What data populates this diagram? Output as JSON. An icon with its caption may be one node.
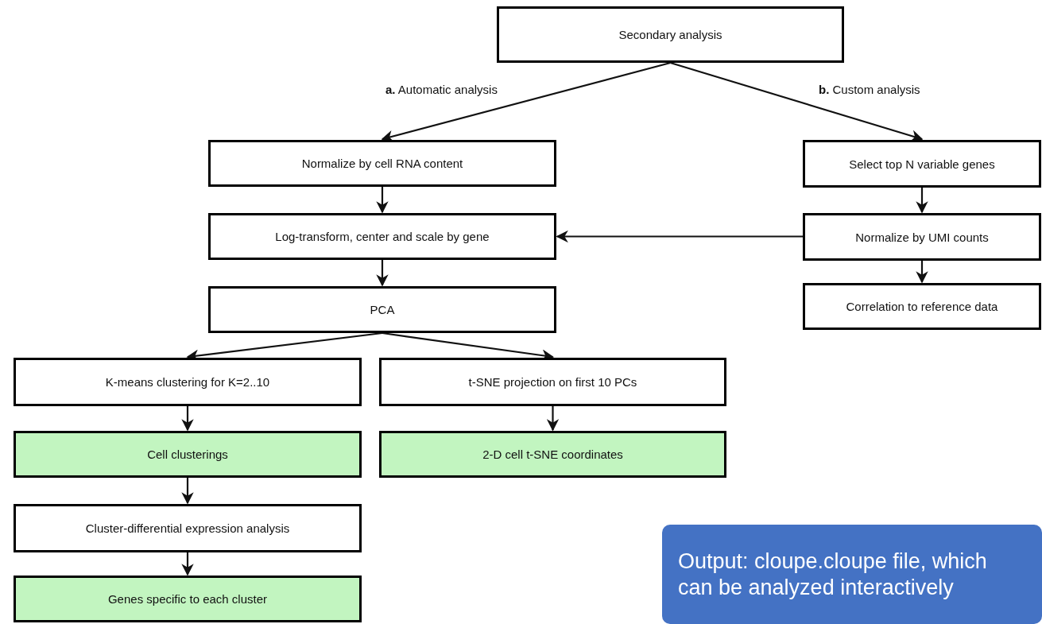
{
  "diagram": {
    "nodes": [
      {
        "text": [
          "Secondary analysis"
        ]
      },
      {
        "text": [
          "Normalize by cell RNA content"
        ]
      },
      {
        "text": [
          "Select top N variable genes"
        ]
      },
      {
        "text": [
          "Log-transform, center and scale by gene"
        ]
      },
      {
        "text": [
          "Normalize by UMI counts"
        ]
      },
      {
        "text": [
          "PCA"
        ]
      },
      {
        "text": [
          "Correlation to reference data"
        ]
      },
      {
        "text": [
          "K-means clustering for K=2..10"
        ]
      },
      {
        "text": [
          "t-SNE projection on first 10 PCs"
        ]
      },
      {
        "text": [
          "Cell clusterings"
        ]
      },
      {
        "text": [
          "2-D cell t-SNE coordinates"
        ]
      },
      {
        "text": [
          "Cluster-differential expression analysis"
        ]
      },
      {
        "text": [
          "Genes specific to each cluster"
        ]
      },
      {
        "text": [
          "Output: cloupe.cloupe file, which can be analyzed interactively"
        ]
      }
    ],
    "edges": [
      {
        "from": 0,
        "to": 1,
        "arrow": "to",
        "label": "**a.** Automatic analysis"
      },
      {
        "from": 0,
        "to": 2,
        "arrow": "to",
        "label": "**b.** Custom analysis"
      },
      {
        "from": 1,
        "to": 3,
        "arrow": "to"
      },
      {
        "from": 2,
        "to": 4,
        "arrow": "to"
      },
      {
        "from": 4,
        "to": 3,
        "arrow": "to"
      },
      {
        "from": 4,
        "to": 6,
        "arrow": "to"
      },
      {
        "from": 3,
        "to": 5,
        "arrow": "to"
      },
      {
        "from": 5,
        "to": 7,
        "arrow": "to"
      },
      {
        "from": 5,
        "to": 8,
        "arrow": "to"
      },
      {
        "from": 7,
        "to": 9,
        "arrow": "to"
      },
      {
        "from": 8,
        "to": 10,
        "arrow": "to"
      },
      {
        "from": 9,
        "to": 11,
        "arrow": "to"
      },
      {
        "from": 11,
        "to": 12,
        "arrow": "to"
      }
    ]
  }
}
